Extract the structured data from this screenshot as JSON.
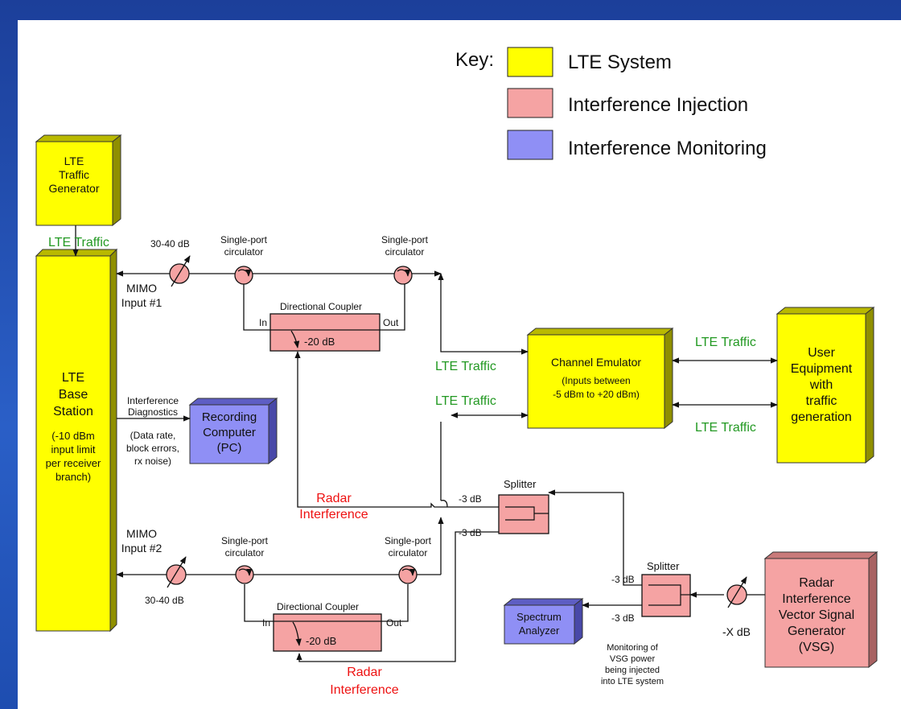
{
  "colors": {
    "lte_system": "#ffff00",
    "interference_injection": "#f5a3a3",
    "interference_monitoring": "#8f8ff5",
    "lte_traffic_label": "#229922",
    "radar_label": "#ee1111"
  },
  "key": {
    "title": "Key:",
    "lte_system": "LTE System",
    "injection": "Interference Injection",
    "monitoring": "Interference Monitoring"
  },
  "blocks": {
    "traffic_generator": [
      "LTE",
      "Traffic",
      "Generator"
    ],
    "base_station": [
      "LTE",
      "Base",
      "Station",
      "",
      "(-10 dBm",
      "input limit",
      "per receiver",
      "branch)"
    ],
    "recording_computer": [
      "Recording",
      "Computer",
      "(PC)"
    ],
    "channel_emulator": [
      "Channel Emulator",
      "(Inputs between",
      "-5 dBm to +20 dBm)"
    ],
    "user_equipment": [
      "User",
      "Equipment",
      "with",
      "traffic",
      "generation"
    ],
    "spectrum_analyzer": [
      "Spectrum",
      "Analyzer"
    ],
    "vsg": [
      "Radar",
      "Interference",
      "Vector Signal",
      "Generator",
      "(VSG)"
    ]
  },
  "labels": {
    "lte_traffic": "LTE  Traffic",
    "atten_30_40": "30-40 dB",
    "atten_x": "-X dB",
    "single_port_circulator": [
      "Single-port",
      "circulator"
    ],
    "mimo_1": [
      "MIMO",
      "Input #1"
    ],
    "mimo_2": [
      "MIMO",
      "Input #2"
    ],
    "directional_coupler": "Directional Coupler",
    "coupler_in": "In",
    "coupler_out": "Out",
    "coupler_db": "-20 dB",
    "interference_diagnostics": [
      "Interference",
      "Diagnostics"
    ],
    "diagnostics_detail": [
      "(Data rate,",
      "block errors,",
      "rx noise)"
    ],
    "radar_interference": [
      "Radar",
      "Interference"
    ],
    "splitter": "Splitter",
    "minus_3db": "-3 dB",
    "monitoring_note": [
      "Monitoring of",
      "VSG power",
      "being injected",
      "into LTE system"
    ]
  }
}
